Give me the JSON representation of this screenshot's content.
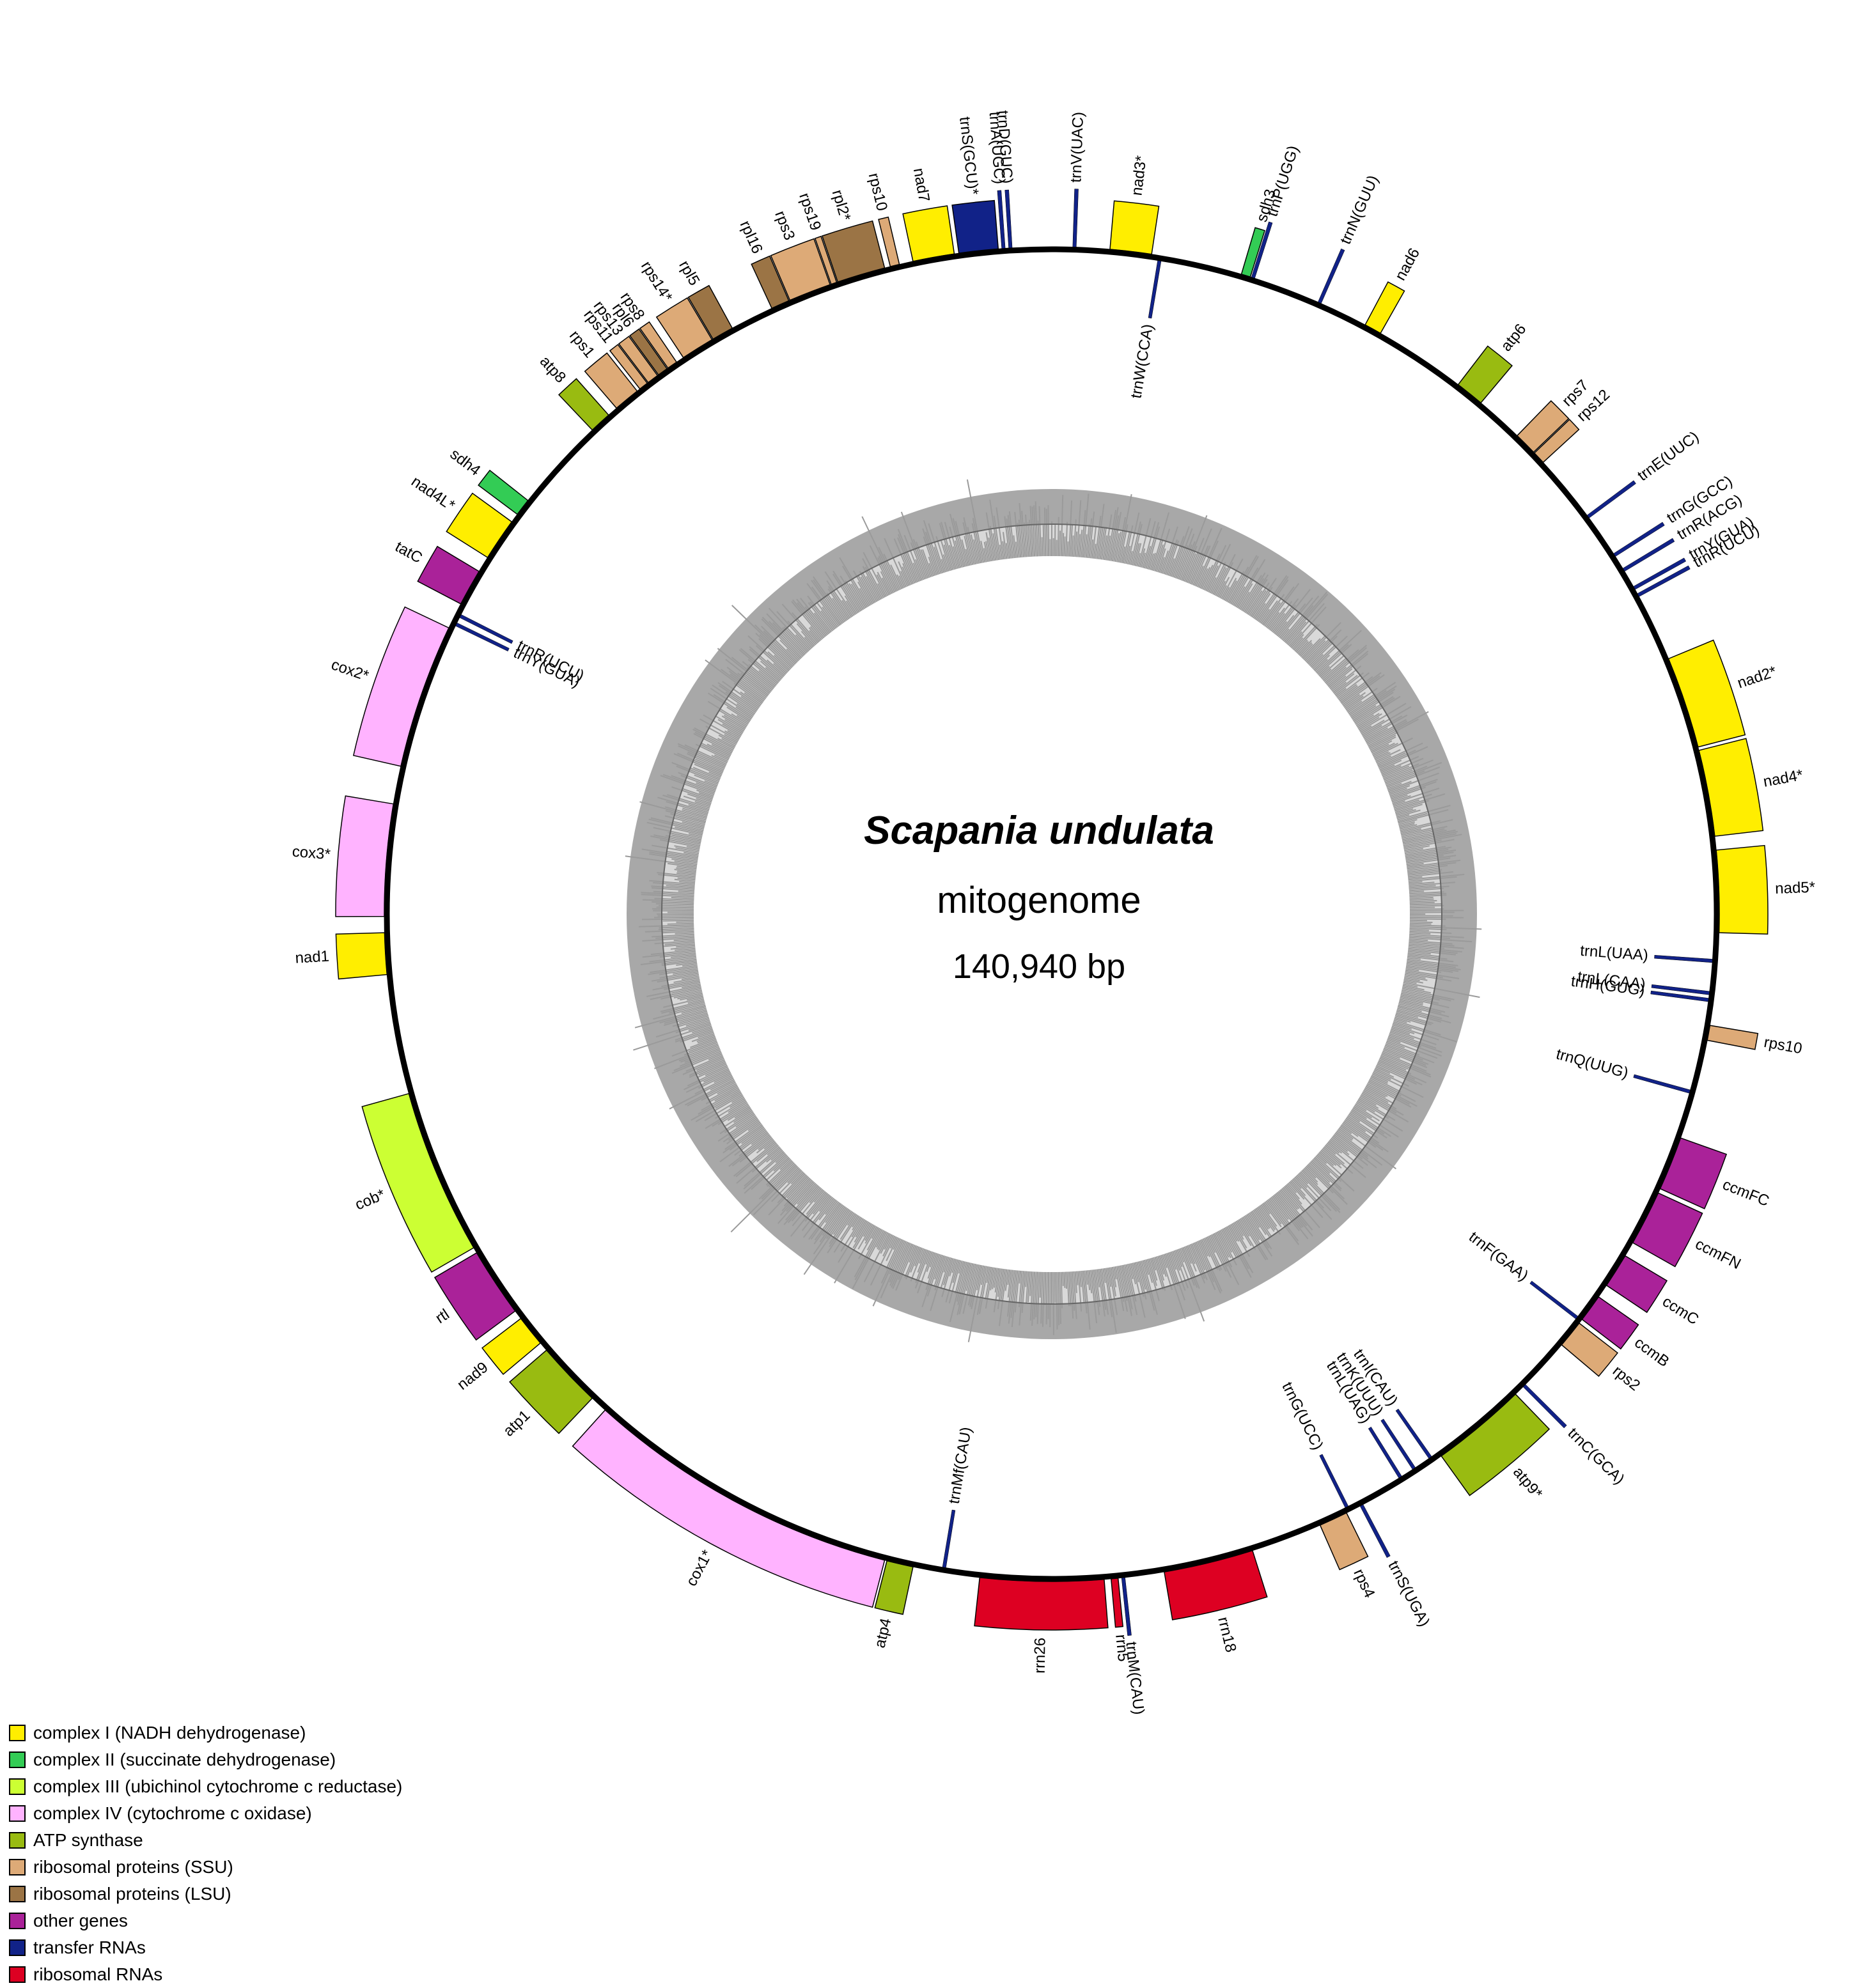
{
  "genome": {
    "title": "Scapania undulata",
    "subtitle": "mitogenome",
    "length_label": "140,940 bp",
    "length_bp": 140940
  },
  "legend": [
    {
      "key": "complex1",
      "label": "complex I (NADH dehydrogenase)",
      "color": "#ffee00"
    },
    {
      "key": "complex2",
      "label": "complex II (succinate dehydrogenase)",
      "color": "#33cc55"
    },
    {
      "key": "complex3",
      "label": "complex III (ubichinol cytochrome c reductase)",
      "color": "#ccff33"
    },
    {
      "key": "complex4",
      "label": "complex IV (cytochrome c oxidase)",
      "color": "#ffb3ff"
    },
    {
      "key": "atp",
      "label": "ATP synthase",
      "color": "#99bb11"
    },
    {
      "key": "ssu",
      "label": "ribosomal proteins (SSU)",
      "color": "#ddaa77"
    },
    {
      "key": "lsu",
      "label": "ribosomal proteins (LSU)",
      "color": "#9b7445"
    },
    {
      "key": "other",
      "label": "other genes",
      "color": "#aa2299"
    },
    {
      "key": "trna",
      "label": "transfer RNAs",
      "color": "#112288"
    },
    {
      "key": "rrna",
      "label": "ribosomal RNAs",
      "color": "#dd0022"
    }
  ],
  "genes": [
    {
      "name": "nad3*",
      "cat": "complex1",
      "strand": "out",
      "start": 5.0,
      "end": 8.6
    },
    {
      "name": "trnW(CCA)",
      "cat": "trna",
      "strand": "in",
      "start": 9.2,
      "end": 9.5
    },
    {
      "name": "sdh3",
      "cat": "complex2",
      "strand": "out",
      "start": 16.5,
      "end": 17.3
    },
    {
      "name": "trnP(UGG)",
      "cat": "trna",
      "strand": "out",
      "start": 17.4,
      "end": 17.7
    },
    {
      "name": "trnN(GUU)",
      "cat": "trna",
      "strand": "out",
      "start": 23.5,
      "end": 23.8
    },
    {
      "name": "nad6",
      "cat": "complex1",
      "strand": "out",
      "start": 28.0,
      "end": 29.5
    },
    {
      "name": "atp6",
      "cat": "atp",
      "strand": "out",
      "start": 37.5,
      "end": 40.0
    },
    {
      "name": "rps7",
      "cat": "ssu",
      "strand": "out",
      "start": 44.2,
      "end": 46.2
    },
    {
      "name": "rps12",
      "cat": "ssu",
      "strand": "out",
      "start": 46.3,
      "end": 47.4
    },
    {
      "name": "trnE(UUC)",
      "cat": "trna",
      "strand": "out",
      "start": 53.3,
      "end": 53.6
    },
    {
      "name": "trnG(GCC)",
      "cat": "trna",
      "strand": "out",
      "start": 57.3,
      "end": 57.6
    },
    {
      "name": "trnR(ACG)",
      "cat": "trna",
      "strand": "out",
      "start": 58.8,
      "end": 59.1
    },
    {
      "name": "trnY(GUA)",
      "cat": "trna",
      "strand": "out",
      "start": 60.6,
      "end": 60.9
    },
    {
      "name": "trnR(UCU)",
      "cat": "trna",
      "strand": "out",
      "start": 61.3,
      "end": 61.6
    },
    {
      "name": "nad2*",
      "cat": "complex1",
      "strand": "out",
      "start": 67.5,
      "end": 75.5
    },
    {
      "name": "nad4*",
      "cat": "complex1",
      "strand": "out",
      "start": 75.8,
      "end": 83.3
    },
    {
      "name": "nad5*",
      "cat": "complex1",
      "strand": "out",
      "start": 84.5,
      "end": 91.6
    },
    {
      "name": "trnL(UAA)",
      "cat": "trna",
      "strand": "in",
      "start": 93.9,
      "end": 94.2
    },
    {
      "name": "trnL(CAA)",
      "cat": "trna",
      "strand": "in",
      "start": 96.7,
      "end": 97.0
    },
    {
      "name": "trnH(GUG)",
      "cat": "trna",
      "strand": "in",
      "start": 97.3,
      "end": 97.6
    },
    {
      "name": "rps10",
      "cat": "ssu",
      "strand": "out",
      "start": 99.6,
      "end": 100.9
    },
    {
      "name": "trnQ(UUG)",
      "cat": "trna",
      "strand": "in",
      "start": 105.4,
      "end": 105.7
    },
    {
      "name": "ccmFC",
      "cat": "other",
      "strand": "out",
      "start": 109.6,
      "end": 114.3
    },
    {
      "name": "ccmFN",
      "cat": "other",
      "strand": "out",
      "start": 114.7,
      "end": 119.5
    },
    {
      "name": "ccmC",
      "cat": "other",
      "strand": "out",
      "start": 120.8,
      "end": 123.8
    },
    {
      "name": "ccmB",
      "cat": "other",
      "strand": "out",
      "start": 125.0,
      "end": 127.4
    },
    {
      "name": "trnF(GAA)",
      "cat": "trna",
      "strand": "in",
      "start": 127.4,
      "end": 127.7
    },
    {
      "name": "rps2",
      "cat": "ssu",
      "strand": "out",
      "start": 127.8,
      "end": 130.2
    },
    {
      "name": "trnC(GCA)",
      "cat": "trna",
      "strand": "out",
      "start": 134.8,
      "end": 135.1
    },
    {
      "name": "atp9*",
      "cat": "atp",
      "strand": "out",
      "start": 136.0,
      "end": 144.3
    },
    {
      "name": "trnI(CAU)",
      "cat": "trna",
      "strand": "in",
      "start": 145.0,
      "end": 145.3
    },
    {
      "name": "trnK(UUU)",
      "cat": "trna",
      "strand": "in",
      "start": 146.7,
      "end": 147.0
    },
    {
      "name": "trnL(UAG)",
      "cat": "trna",
      "strand": "in",
      "start": 148.1,
      "end": 148.4
    },
    {
      "name": "trnS(UGA)",
      "cat": "trna",
      "strand": "out",
      "start": 152.2,
      "end": 152.5
    },
    {
      "name": "trnG(UCC)",
      "cat": "trna",
      "strand": "in",
      "start": 153.4,
      "end": 153.7
    },
    {
      "name": "rps4",
      "cat": "ssu",
      "strand": "out",
      "start": 153.8,
      "end": 156.3
    },
    {
      "name": "rrn18",
      "cat": "rrna",
      "strand": "out",
      "start": 162.5,
      "end": 170.3
    },
    {
      "name": "trnM(CAU)",
      "cat": "trna",
      "strand": "out",
      "start": 173.7,
      "end": 174.0
    },
    {
      "name": "rrn5",
      "cat": "rrna",
      "strand": "out",
      "start": 174.3,
      "end": 174.9
    },
    {
      "name": "rrn26",
      "cat": "rrna",
      "strand": "out",
      "start": 175.5,
      "end": 186.2
    },
    {
      "name": "trnMf(CAU)",
      "cat": "trna",
      "strand": "in",
      "start": 189.2,
      "end": 189.5
    },
    {
      "name": "atp4",
      "cat": "atp",
      "strand": "out",
      "start": 192.0,
      "end": 194.3
    },
    {
      "name": "cox1*",
      "cat": "complex4",
      "strand": "out",
      "start": 194.5,
      "end": 222.0
    },
    {
      "name": "atp1",
      "cat": "atp",
      "strand": "out",
      "start": 223.5,
      "end": 229.2
    },
    {
      "name": "nad9",
      "cat": "complex1",
      "strand": "out",
      "start": 230.0,
      "end": 232.7
    },
    {
      "name": "rtl",
      "cat": "other",
      "strand": "out",
      "start": 233.5,
      "end": 239.5
    },
    {
      "name": "cob*",
      "cat": "complex3",
      "strand": "out",
      "start": 240.0,
      "end": 254.4
    },
    {
      "name": "nad1",
      "cat": "complex1",
      "strand": "out",
      "start": 264.8,
      "end": 268.4
    },
    {
      "name": "cox3*",
      "cat": "complex4",
      "strand": "out",
      "start": 269.8,
      "end": 279.5
    },
    {
      "name": "cox2*",
      "cat": "complex4",
      "strand": "out",
      "start": 282.8,
      "end": 295.4
    },
    {
      "name": "trnY(GUA)",
      "cat": "trna",
      "strand": "in",
      "start": 295.8,
      "end": 296.1
    },
    {
      "name": "trnR(UCU)",
      "cat": "trna",
      "strand": "in",
      "start": 296.6,
      "end": 296.9
    },
    {
      "name": "tatC",
      "cat": "other",
      "strand": "out",
      "start": 297.7,
      "end": 300.9
    },
    {
      "name": "nad4L*",
      "cat": "complex1",
      "strand": "out",
      "start": 302.3,
      "end": 306.0
    },
    {
      "name": "sdh4",
      "cat": "complex2",
      "strand": "out",
      "start": 306.8,
      "end": 308.3
    },
    {
      "name": "atp8",
      "cat": "atp",
      "strand": "out",
      "start": 316.5,
      "end": 318.4
    },
    {
      "name": "rps1",
      "cat": "ssu",
      "strand": "out",
      "start": 319.3,
      "end": 321.6
    },
    {
      "name": "rps11",
      "cat": "ssu",
      "strand": "out",
      "start": 321.9,
      "end": 322.7
    },
    {
      "name": "rps13",
      "cat": "ssu",
      "strand": "out",
      "start": 322.8,
      "end": 323.8
    },
    {
      "name": "rpl6",
      "cat": "lsu",
      "strand": "out",
      "start": 323.9,
      "end": 324.8
    },
    {
      "name": "rps8",
      "cat": "ssu",
      "strand": "out",
      "start": 324.9,
      "end": 325.8
    },
    {
      "name": "rps14*",
      "cat": "ssu",
      "strand": "out",
      "start": 326.5,
      "end": 329.4
    },
    {
      "name": "rpl5",
      "cat": "lsu",
      "strand": "out",
      "start": 329.5,
      "end": 331.4
    },
    {
      "name": "rpl16",
      "cat": "lsu",
      "strand": "out",
      "start": 335.2,
      "end": 336.8
    },
    {
      "name": "rps3",
      "cat": "ssu",
      "strand": "out",
      "start": 336.9,
      "end": 340.6
    },
    {
      "name": "rps19",
      "cat": "ssu",
      "strand": "out",
      "start": 340.7,
      "end": 341.2
    },
    {
      "name": "rpl2*",
      "cat": "lsu",
      "strand": "out",
      "start": 341.3,
      "end": 345.5
    },
    {
      "name": "rps10",
      "cat": "ssu",
      "strand": "out",
      "start": 346.0,
      "end": 346.8
    },
    {
      "name": "nad7",
      "cat": "complex1",
      "strand": "out",
      "start": 348.0,
      "end": 351.6
    },
    {
      "name": "trnS(GCU)*",
      "cat": "trna",
      "strand": "out",
      "start": 352.0,
      "end": 355.4,
      "block": true
    },
    {
      "name": "trnA(UGC)",
      "cat": "trna",
      "strand": "out",
      "start": 355.7,
      "end": 356.0
    },
    {
      "name": "trnD(GUC)",
      "cat": "trna",
      "strand": "out",
      "start": 356.3,
      "end": 356.6
    },
    {
      "name": "trnV(UAC)",
      "cat": "trna",
      "strand": "out",
      "start": 1.8,
      "end": 2.1
    }
  ]
}
